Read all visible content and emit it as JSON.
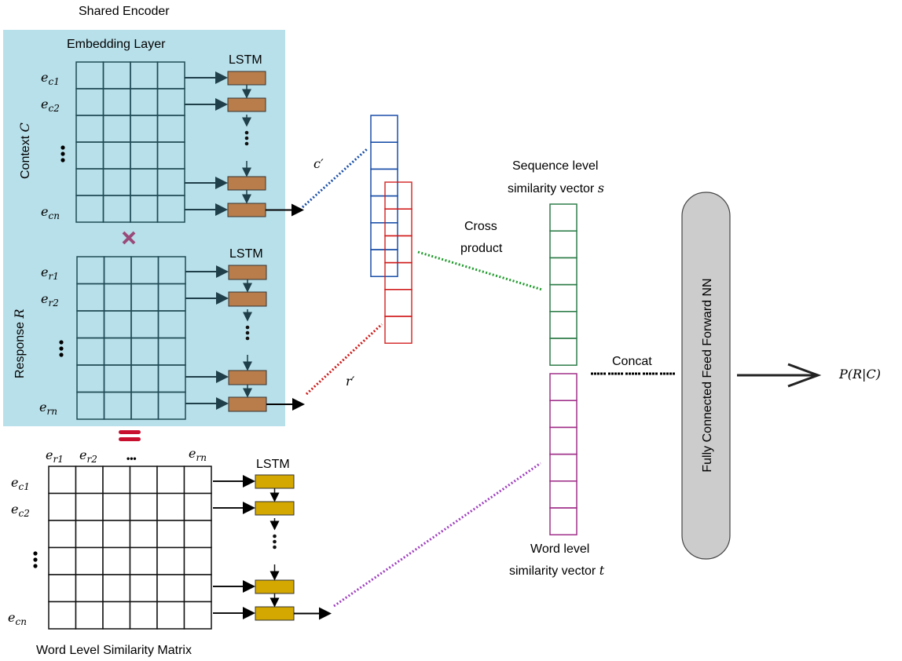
{
  "title": "Shared Encoder",
  "embedding_layer_label": "Embedding Layer",
  "context": {
    "axis_label": "Context",
    "axis_var": "C",
    "row_labels": [
      "e",
      "e",
      "e"
    ],
    "row_subs": [
      "c1",
      "c2",
      "cn"
    ],
    "lstm_label": "LSTM"
  },
  "response": {
    "axis_label": "Response",
    "axis_var": "R",
    "row_subs": [
      "r1",
      "r2",
      "rn"
    ],
    "lstm_label": "LSTM"
  },
  "multiply_symbol": "✖",
  "word_matrix": {
    "col_subs": [
      "r1",
      "r2",
      "rn"
    ],
    "row_subs": [
      "c1",
      "c2",
      "cn"
    ],
    "ellipsis": "•••",
    "lstm_label": "LSTM",
    "caption": "Word Level Similarity Matrix"
  },
  "c_prime": "c′",
  "r_prime": "r′",
  "cross_product": [
    "Cross",
    "product"
  ],
  "seq_vector": {
    "line1": "Sequence level",
    "line2": "similarity vector",
    "var": "s"
  },
  "word_vector": {
    "line1": "Word level",
    "line2": "similarity vector",
    "var": "t"
  },
  "concat_label": "Concat",
  "ffnn_label": "Fully Connected Feed Forward NN",
  "output_label": "P(R|C)",
  "colors": {
    "encoder_bg": "#b8e0ea",
    "lstm_enc": "#b87d4b",
    "lstm_word": "#d4a800",
    "c_vec": "#1a4fa8",
    "r_vec": "#d01818",
    "s_vec": "#2e7d4a",
    "t_vec": "#a0308a",
    "ffnn": "#cccccc",
    "cross_dots": "#1e9a2a",
    "t_dots": "#a040c0",
    "mult": "#9a4a7a",
    "equal": "#c8102e"
  }
}
